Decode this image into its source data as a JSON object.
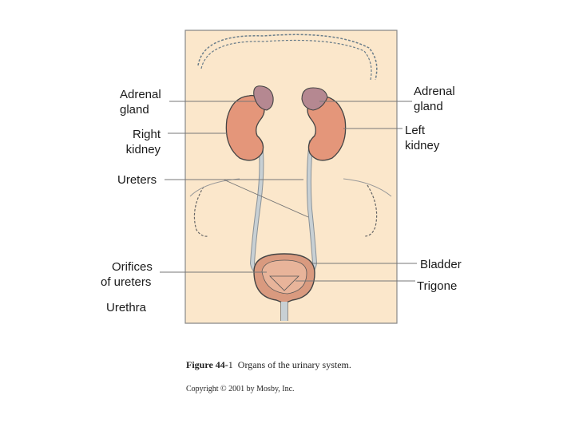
{
  "labels": {
    "adrenal_right": [
      "Adrenal",
      "gland"
    ],
    "adrenal_left": [
      "Adrenal",
      "gland"
    ],
    "right_kidney": [
      "Right",
      "kidney"
    ],
    "left_kidney": [
      "Left",
      "kidney"
    ],
    "ureters": "Ureters",
    "orifices": [
      "Orifices",
      "of ureters"
    ],
    "urethra": "Urethra",
    "bladder": "Bladder",
    "trigone": "Trigone"
  },
  "caption": {
    "figure_number": "Figure 44-",
    "figure_number_suffix": "1",
    "figure_text": "Organs of the urinary system.",
    "copyright": "Copyright © 2001 by Mosby, Inc."
  },
  "colors": {
    "torso": "#fbe7cb",
    "kidney": "#e4967a",
    "adrenal": "#b58891",
    "ureter": "#c8d0d4",
    "bladder": "#d99a7f",
    "outline": "#444444"
  }
}
